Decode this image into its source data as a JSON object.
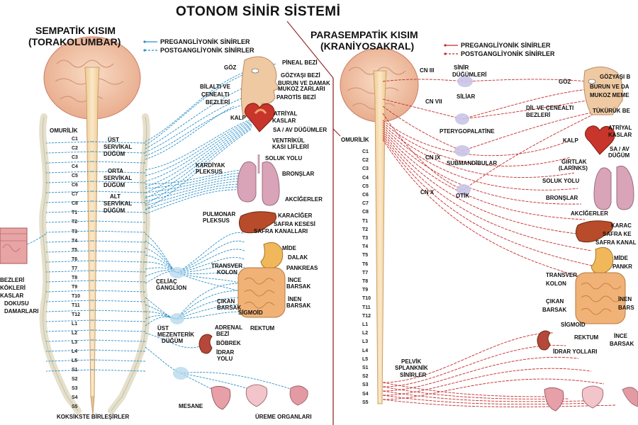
{
  "title": "OTONOM SİNİR SİSTEMİ",
  "colors": {
    "sympathetic": "#2a8fc6",
    "parasympathetic": "#c42a2a",
    "cord": "#f1d3a6",
    "brain": "#f3c7a8"
  },
  "left": {
    "header_line1": "SEMPATİK KISIM",
    "header_line2": "(TORAKOLUMBAR)",
    "legend": [
      "PREGANGLİYONİK SİNİRLER",
      "POSTGANGLİYONİK SİNİRLER"
    ],
    "spinal_cord_label": "OMURİLİK",
    "coccyx_label": "KOKSİKSTE BİRLEŞİRLER",
    "vertebrae": [
      "C1",
      "C2",
      "C3",
      "C4",
      "C5",
      "C6",
      "C7",
      "C8",
      "T1",
      "T2",
      "T3",
      "T4",
      "T5",
      "T6",
      "T7",
      "T8",
      "T9",
      "T10",
      "T11",
      "T12",
      "L1",
      "L2",
      "L3",
      "L4",
      "L5",
      "S1",
      "S2",
      "S3",
      "S4",
      "S5"
    ],
    "labels": {
      "pineal": "PİNEAL BEZİ",
      "goz": "GÖZ",
      "gozyasi": "GÖZYAŞI BEZİ",
      "burun1": "BURUN VE DAMAK",
      "burun2": "MUKOZ ZARLARI",
      "bilalti1": "BİLALTI VE",
      "bilalti2": "ÇENEALTI",
      "bilalti3": "BEZLERİ",
      "parotis": "PAROTİS BEZİ",
      "kalp": "KALP",
      "atriyal1": "ATRİYAL",
      "atriyal2": "KASLAR",
      "saav": "SA / AV DÜĞÜMLER",
      "ventrikul1": "VENTRİKÜL",
      "ventrikul2": "KASI LİFLERİ",
      "ust_servikal1": "ÜST",
      "ust_servikal2": "SERVİKAL",
      "ust_servikal3": "DÜĞÜM",
      "orta1": "ORTA",
      "orta2": "SERVİKAL",
      "orta3": "DÜĞÜM",
      "alt1": "ALT",
      "alt2": "SERVİKAL",
      "alt3": "DÜĞÜM",
      "kardiyak1": "KARDİYAK",
      "kardiyak2": "PLEKSUS",
      "soluk": "SOLUK YOLU",
      "bronslar": "BRONŞLAR",
      "akcigerler": "AKCİĞERLER",
      "pulmonar1": "PULMONAR",
      "pulmonar2": "PLEKSUS",
      "karaciger": "KARACİĞER",
      "safra1": "SAFRA KESESİ",
      "safra2": "SAFRA KANALLARI",
      "mide": "MİDE",
      "dalak": "DALAK",
      "pankreas": "PANKREAS",
      "transver1": "TRANSVER",
      "transver2": "KOLON",
      "ince1": "İNCE",
      "ince2": "BARSAK",
      "ince3": "İNEN",
      "ince4": "BARSAK",
      "celiac1": "ÇELİAÇ",
      "celiac2": "GANGLİON",
      "cikan1": "ÇIKAN",
      "cikan2": "BARSAK",
      "sigmoid": "SİGMOİD",
      "adrenal1": "ADRENAL",
      "adrenal2": "BEZİ",
      "rektum": "REKTUM",
      "bobrek": "BÖBREK",
      "idrar1": "İDRAR",
      "idrar2": "YOLU",
      "ustmez1": "ÜST",
      "ustmez2": "MEZENTERİK",
      "ustmez3": "DÜĞÜM",
      "mesane": "MESANE",
      "ureme": "ÜREME ORGANLARI",
      "skin1": "BEZLERİ",
      "skin2": "KÖKLERİ",
      "skin3": "KASLAR",
      "skin4": "DOKUSU",
      "skin5": "DAMARLARI"
    }
  },
  "right": {
    "header_line1": "PARASEMPATİK KISIM",
    "header_line2": "(KRANİYOSAKRAL)",
    "legend": [
      "PREGANGLİYONİK SİNİRLER",
      "POSTGANGLİYONİK SİNİRLER"
    ],
    "spinal_cord_label": "OMURİLİK",
    "vertebrae": [
      "C1",
      "C2",
      "C3",
      "C4",
      "C5",
      "C6",
      "C7",
      "C8",
      "T1",
      "T2",
      "T3",
      "T4",
      "T5",
      "T6",
      "T7",
      "T8",
      "T9",
      "T10",
      "T11",
      "T12",
      "L1",
      "L2",
      "L3",
      "L4",
      "L5",
      "S1",
      "S2",
      "S3",
      "S4",
      "S5"
    ],
    "labels": {
      "cn3": "CN III",
      "cn7": "CN VII",
      "cn9": "CN IX",
      "cnx": "CN X",
      "sinir1": "SİNİR",
      "sinir2": "DÜĞÜMLERİ",
      "siliar": "SİLİAR",
      "ptery": "PTERYGOPALATİNE",
      "submand": "SUBMANDİBULAR",
      "otik": "OTİK",
      "goz": "GÖZ",
      "gozyasi": "GÖZYAŞI B",
      "burun1": "BURUN VE DA",
      "burun2": "MUKOZ MEME",
      "dil1": "DİL VE ÇENEALTI",
      "dil2": "BEZLERİ",
      "tukuruk": "TÜKÜRÜK BE",
      "kalp": "KALP",
      "atriyal1": "ATRİYAL",
      "atriyal2": "KASLAR",
      "sa1": "SA / AV",
      "sa2": "DÜĞÜM",
      "girtlak1": "GIRTLAK",
      "girtlak2": "(LARİNKS)",
      "soluk": "SOLUK YOLU",
      "bronslar": "BRONŞLAR",
      "akcigerler": "AKCİĞERLER",
      "karac": "KARAC",
      "safra1": "SAFRA KE",
      "safra2": "SAFRA KANAL",
      "mide1": "MİDE",
      "mide2": "PANKR",
      "transver1": "TRANSVER",
      "transver2": "KOLON",
      "cikan1": "ÇIKAN",
      "cikan2": "BARSAK",
      "inen1": "İNEN",
      "inen2": "BARS",
      "sigmoid": "SİGMOİD",
      "rektum": "REKTUM",
      "ince1": "İNCE",
      "ince2": "BARSAK",
      "idrar": "İDRAR YOLLARI",
      "pelvik1": "PELVİK",
      "pelvik2": "SPLANKNİK",
      "pelvik3": "SİNİRLER"
    }
  }
}
